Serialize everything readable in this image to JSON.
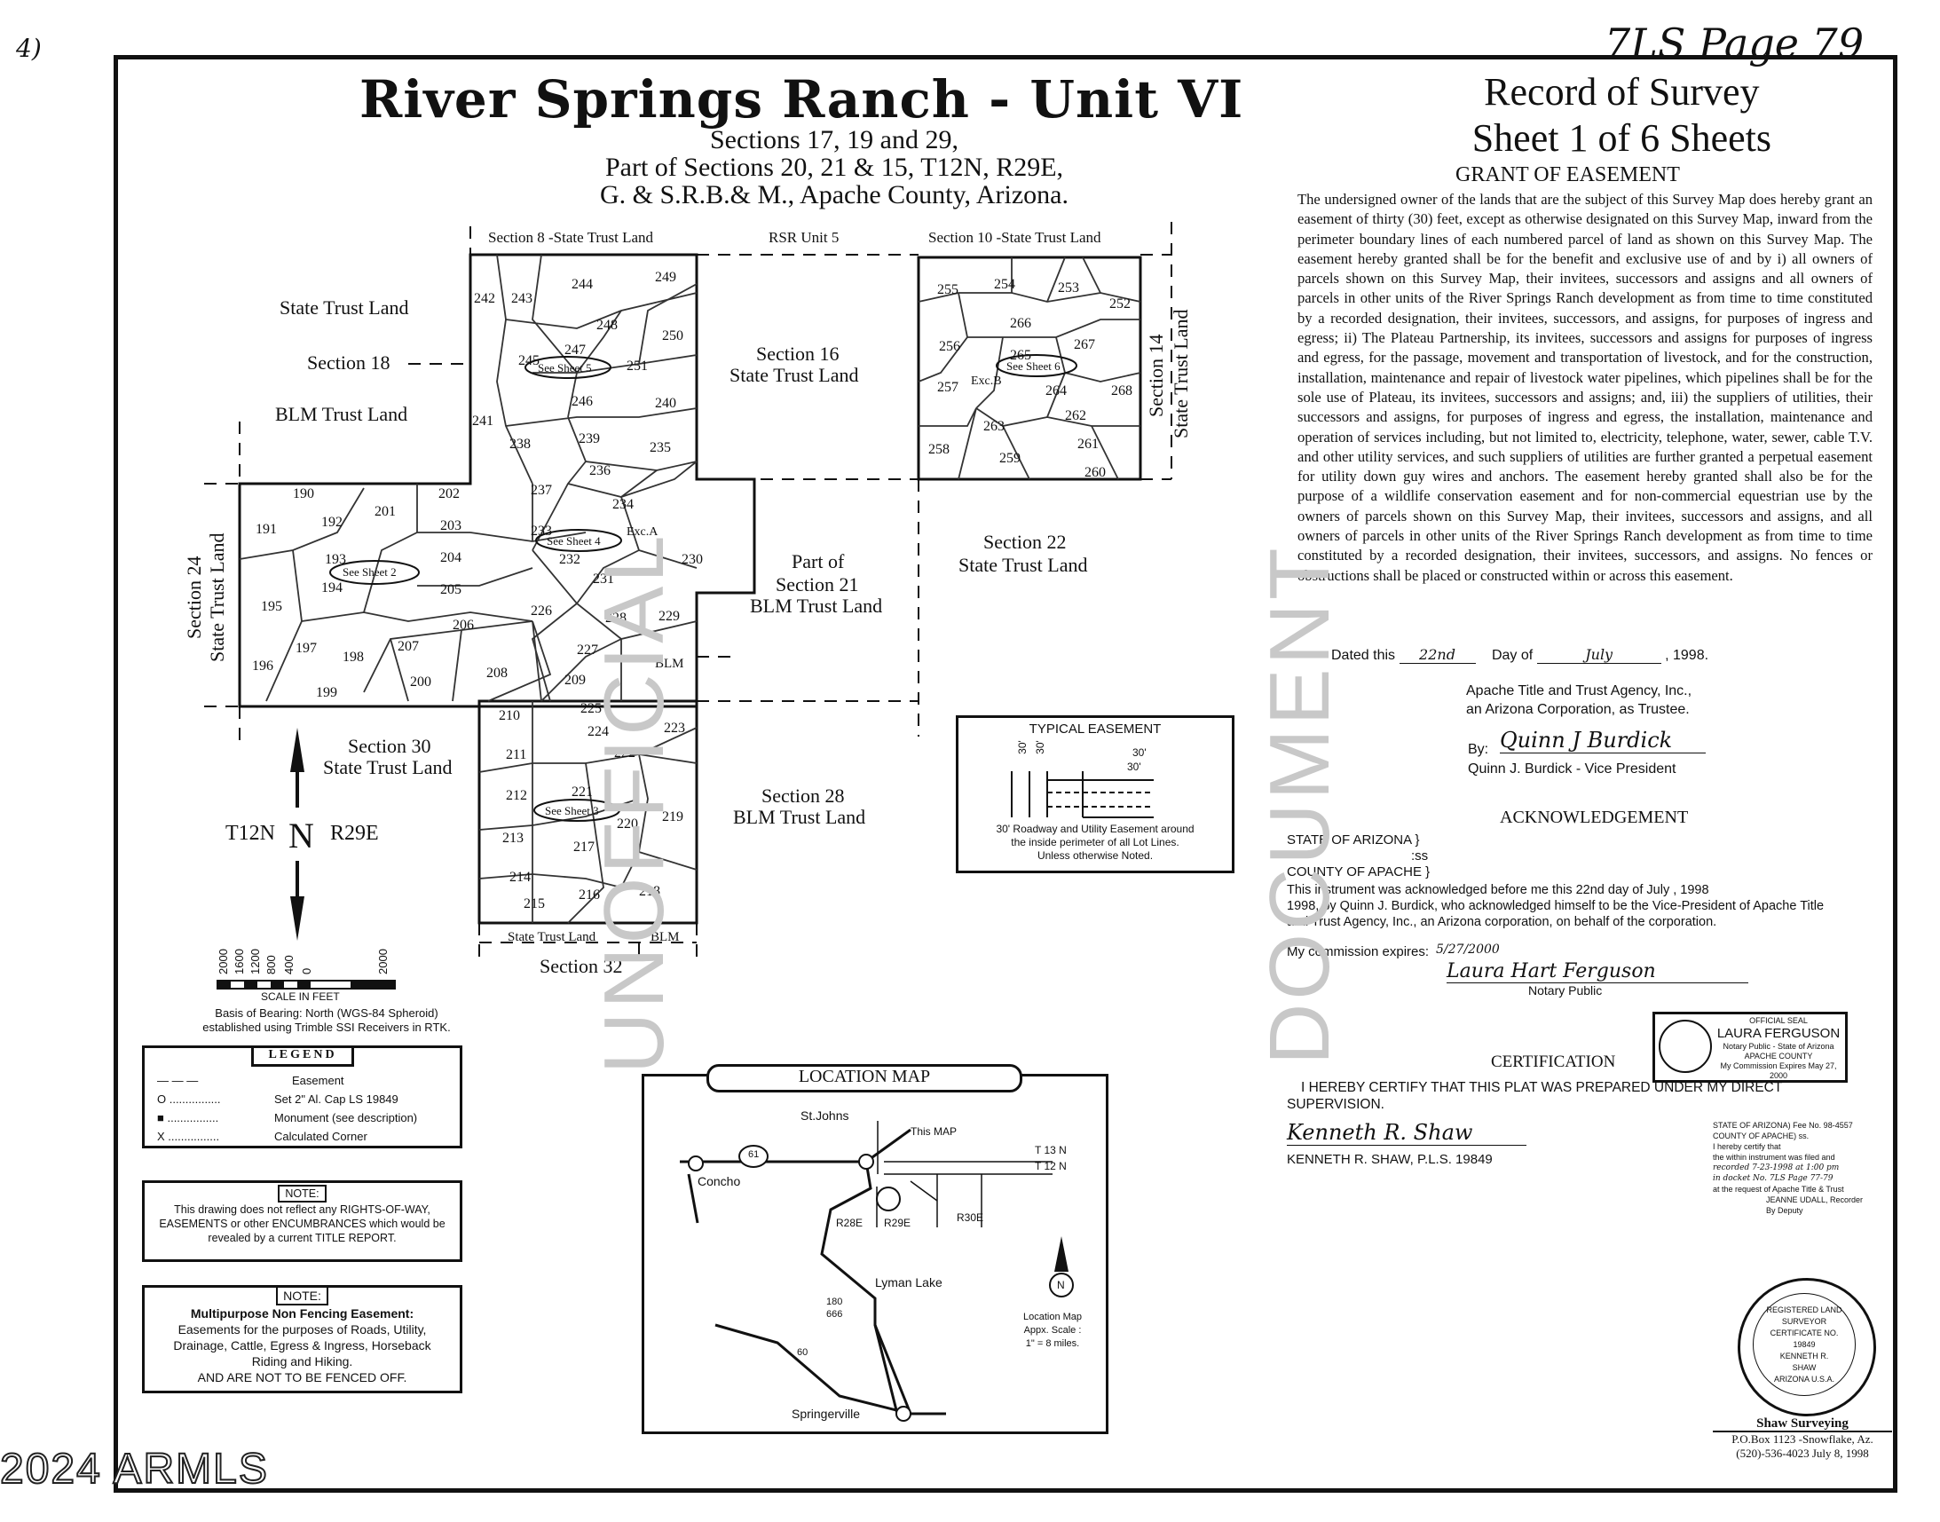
{
  "header": {
    "corner_mark": "4)",
    "page_note": "7LS Page 79",
    "title": "River Springs Ranch - Unit VI",
    "subtitle_lines": [
      "Sections 17, 19 and 29,",
      "Part of Sections 20, 21 & 15, T12N, R29E,",
      "G. & S.R.B.& M., Apache County, Arizona."
    ],
    "record_lines": [
      "Record of Survey",
      "Sheet 1 of 6 Sheets"
    ]
  },
  "map": {
    "labels": {
      "sec8": "Section 8 -State Trust Land",
      "rsr5": "RSR Unit 5",
      "sec10": "Section 10 -State Trust Land",
      "state_trust": "State Trust Land",
      "sec18": "Section 18",
      "blm_trust": "BLM Trust Land",
      "sec16_a": "Section 16",
      "sec16_b": "State Trust Land",
      "sec14_a": "Section 14",
      "sec14_b": "State Trust Land",
      "sec24_a": "Section 24",
      "sec24_b": "State Trust Land",
      "sec21_a": "Part of",
      "sec21_b": "Section 21",
      "sec21_c": "BLM Trust Land",
      "sec22_a": "Section 22",
      "sec22_b": "State Trust Land",
      "sec30_a": "Section 30",
      "sec30_b": "State Trust Land",
      "sec28_a": "Section 28",
      "sec28_b": "BLM Trust Land",
      "sec32": "Section 32",
      "stl_bottom": "State Trust Land",
      "blm1": "BLM",
      "blm2": "BLM",
      "exca": "Exc.A",
      "excb": "Exc.B",
      "see2": "See Sheet 2",
      "see3": "See Sheet 3",
      "see4": "See Sheet 4",
      "see5": "See Sheet 5",
      "see6": "See Sheet 6",
      "t12n": "T12N",
      "n": "N",
      "r29e": "R29E"
    },
    "parcels": [
      "190",
      "191",
      "192",
      "193",
      "194",
      "195",
      "196",
      "197",
      "198",
      "199",
      "200",
      "201",
      "202",
      "203",
      "204",
      "205",
      "206",
      "207",
      "208",
      "209",
      "210",
      "211",
      "212",
      "213",
      "214",
      "215",
      "216",
      "217",
      "218",
      "219",
      "220",
      "221",
      "222",
      "223",
      "224",
      "225",
      "226",
      "227",
      "228",
      "229",
      "230",
      "231",
      "232",
      "233",
      "234",
      "235",
      "236",
      "237",
      "238",
      "239",
      "240",
      "241",
      "242",
      "243",
      "244",
      "245",
      "246",
      "247",
      "248",
      "249",
      "250",
      "251",
      "252",
      "253",
      "254",
      "255",
      "256",
      "257",
      "258",
      "259",
      "260",
      "261",
      "262",
      "263",
      "264",
      "265",
      "266",
      "267",
      "268"
    ]
  },
  "scale": {
    "ticks": [
      "2000",
      "1600",
      "1200",
      "800",
      "400",
      "0",
      "2000"
    ],
    "label": "SCALE IN FEET",
    "bearing": [
      "Basis of Bearing:  North  (WGS-84 Spheroid)",
      "established using Trimble SSI Receivers in RTK."
    ]
  },
  "legend": {
    "title": "LEGEND",
    "rows": [
      {
        "sym": "— — —",
        "text": "Easement"
      },
      {
        "sym": "O ................",
        "text": "Set 2\" Al. Cap LS 19849"
      },
      {
        "sym": "■ ................",
        "text": "Monument (see description)"
      },
      {
        "sym": "X ................",
        "text": "Calculated Corner"
      }
    ]
  },
  "note1": {
    "title": "NOTE:",
    "lines": [
      "This drawing does not reflect any RIGHTS-OF-WAY,",
      "EASEMENTS or other ENCUMBRANCES which would be",
      "revealed by a current TITLE REPORT."
    ]
  },
  "note2": {
    "title": "NOTE:",
    "lines": [
      "Multipurpose Non Fencing Easement:",
      "Easements for the purposes of Roads, Utility,",
      "Drainage, Cattle, Egress & Ingress, Horseback",
      "Riding and Hiking.",
      "AND ARE NOT TO BE FENCED OFF."
    ]
  },
  "location_map": {
    "title": "LOCATION MAP",
    "st_johns": "St.Johns",
    "concho": "Concho",
    "this_map": "This MAP",
    "t13n": "T 13 N",
    "t12n": "T 12 N",
    "r28e": "R28E",
    "r29e": "R29E",
    "r30e": "R30E",
    "lyman": "Lyman Lake",
    "springerville": "Springerville",
    "hw61": "61",
    "hw180": "180",
    "hw666": "666",
    "hw60": "60",
    "n": "N",
    "scale_lines": [
      "Location Map",
      "Appx. Scale :",
      "1\" = 8 miles."
    ]
  },
  "typical_easement": {
    "title": "TYPICAL EASEMENT",
    "d1": "30'",
    "d2": "30'",
    "d3": "30'",
    "d4": "30'",
    "caption": [
      "30' Roadway and Utility Easement around",
      "the inside perimeter of all Lot Lines.",
      "Unless otherwise Noted."
    ]
  },
  "grant": {
    "heading": "GRANT OF EASEMENT",
    "text": "The undersigned owner of the lands that are the subject of this Survey Map does hereby grant an easement of thirty (30) feet, except as otherwise designated on this Survey Map, inward from the perimeter boundary lines of each numbered parcel of land as shown on this Survey Map. The easement hereby granted shall be for the benefit and exclusive use of and by i) all owners of parcels shown on this Survey Map, their invitees, successors and assigns and all owners of parcels in other units of the River Springs Ranch development as from time to time constituted by a recorded designation, their invitees, successors, and assigns, for purposes of ingress and egress; ii) The Plateau Partnership, its invitees, successors and assigns for purposes of ingress and egress, for the passage, movement and transportation of livestock, and for the construction, installation, maintenance and repair of livestock water pipelines, which pipelines shall be for the sole use of Plateau, its invitees, successors and assigns; and, iii) the suppliers of utilities, their successors and assigns, for purposes of ingress and egress, the installation, maintenance and operation of services including, but not limited to, electricity, telephone, water, sewer, cable T.V. and other utility services, and such suppliers of utilities are further granted a perpetual easement for utility down guy wires and anchors. The easement hereby granted shall also be for the purpose of a wildlife conservation easement and for non-commercial equestrian use by the owners of parcels shown on this Survey Map, their invitees, successors and assigns, and all owners of parcels in other units of the River Springs Ranch development as from time to time constituted by a recorded designation, their invitees, successors, and assigns. No fences or obstructions shall be placed or constructed within or across this easement.",
    "dated_this": "Dated this",
    "day_value": "22nd",
    "day_of": "Day of",
    "month_value": "July",
    "year": ", 1998.",
    "trustee_lines": [
      "Apache Title and Trust Agency, Inc.,",
      "an Arizona Corporation, as Trustee."
    ],
    "by": "By:",
    "signature": "Quinn J Burdick",
    "signer": "Quinn J. Burdick - Vice President"
  },
  "ack": {
    "heading": "ACKNOWLEDGEMENT",
    "state": "STATE OF ARIZONA }",
    "ss": ":ss",
    "county": "COUNTY OF APACHE }",
    "lines": [
      "This instrument was acknowledged before me this 22nd day of July , 1998",
      "1998, by Quinn J. Burdick,  who acknowledged himself to be the Vice-President of Apache Title",
      "and Trust Agency, Inc.,  an Arizona corporation,  on behalf of the corporation."
    ],
    "commission": "My commission expires:",
    "commission_date": "5/27/2000",
    "notary_sig": "Laura Hart Ferguson",
    "notary": "Notary Public",
    "seal": [
      "OFFICIAL SEAL",
      "LAURA FERGUSON",
      "Notary Public - State of Arizona",
      "APACHE COUNTY",
      "My Commission Expires May 27, 2000"
    ]
  },
  "cert": {
    "heading": "CERTIFICATION",
    "lines": [
      "I HEREBY CERTIFY THAT THIS PLAT WAS PREPARED UNDER MY DIRECT",
      "SUPERVISION."
    ],
    "signature": "Kenneth R. Shaw",
    "name": "KENNETH R. SHAW,  P.L.S. 19849"
  },
  "recorder": {
    "lines": [
      "STATE OF ARIZONA)    Fee No. 98-4557",
      "COUNTY OF APACHE) ss.",
      "I hereby certify that",
      "the within instrument was filed and",
      "recorded 7-23-1998 at 1:00 pm",
      "in docket No. 7LS Page 77-79",
      "at the request of Apache Title & Trust",
      "JEANNE UDALL, Recorder",
      "By Deputy"
    ]
  },
  "stamp": {
    "lines": [
      "REGISTERED LAND SURVEYOR",
      "CERTIFICATE NO.",
      "19849",
      "KENNETH R.",
      "SHAW",
      "ARIZONA U.S.A."
    ]
  },
  "firm": {
    "name": "Shaw Surveying",
    "lines": [
      "P.O.Box 1123 -Snowflake, Az.",
      "(520)-536-4023 July 8, 1998"
    ]
  },
  "watermarks": {
    "left": "UNOFFICIAL",
    "right": "DOCUMENT",
    "footer": "2024 ARMLS"
  }
}
